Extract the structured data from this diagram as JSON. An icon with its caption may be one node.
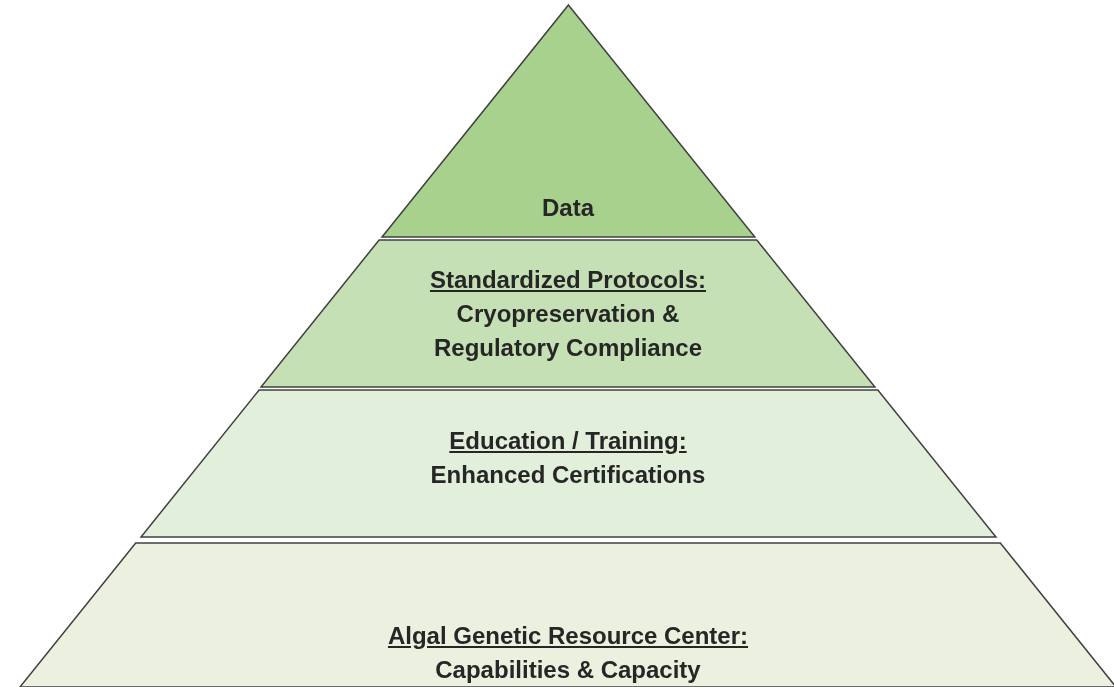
{
  "diagram": {
    "nodes": [
      {
        "text": [
          "Data"
        ]
      },
      {
        "text": [
          "Standardized Protocols:",
          "Cryopreservation & Regulatory Compliance"
        ]
      },
      {
        "text": [
          "Education / Training:",
          "Enhanced Certifications"
        ]
      },
      {
        "text": [
          "Algal Genetic Resource Center:",
          "Capabilities & Capacity"
        ]
      }
    ]
  }
}
